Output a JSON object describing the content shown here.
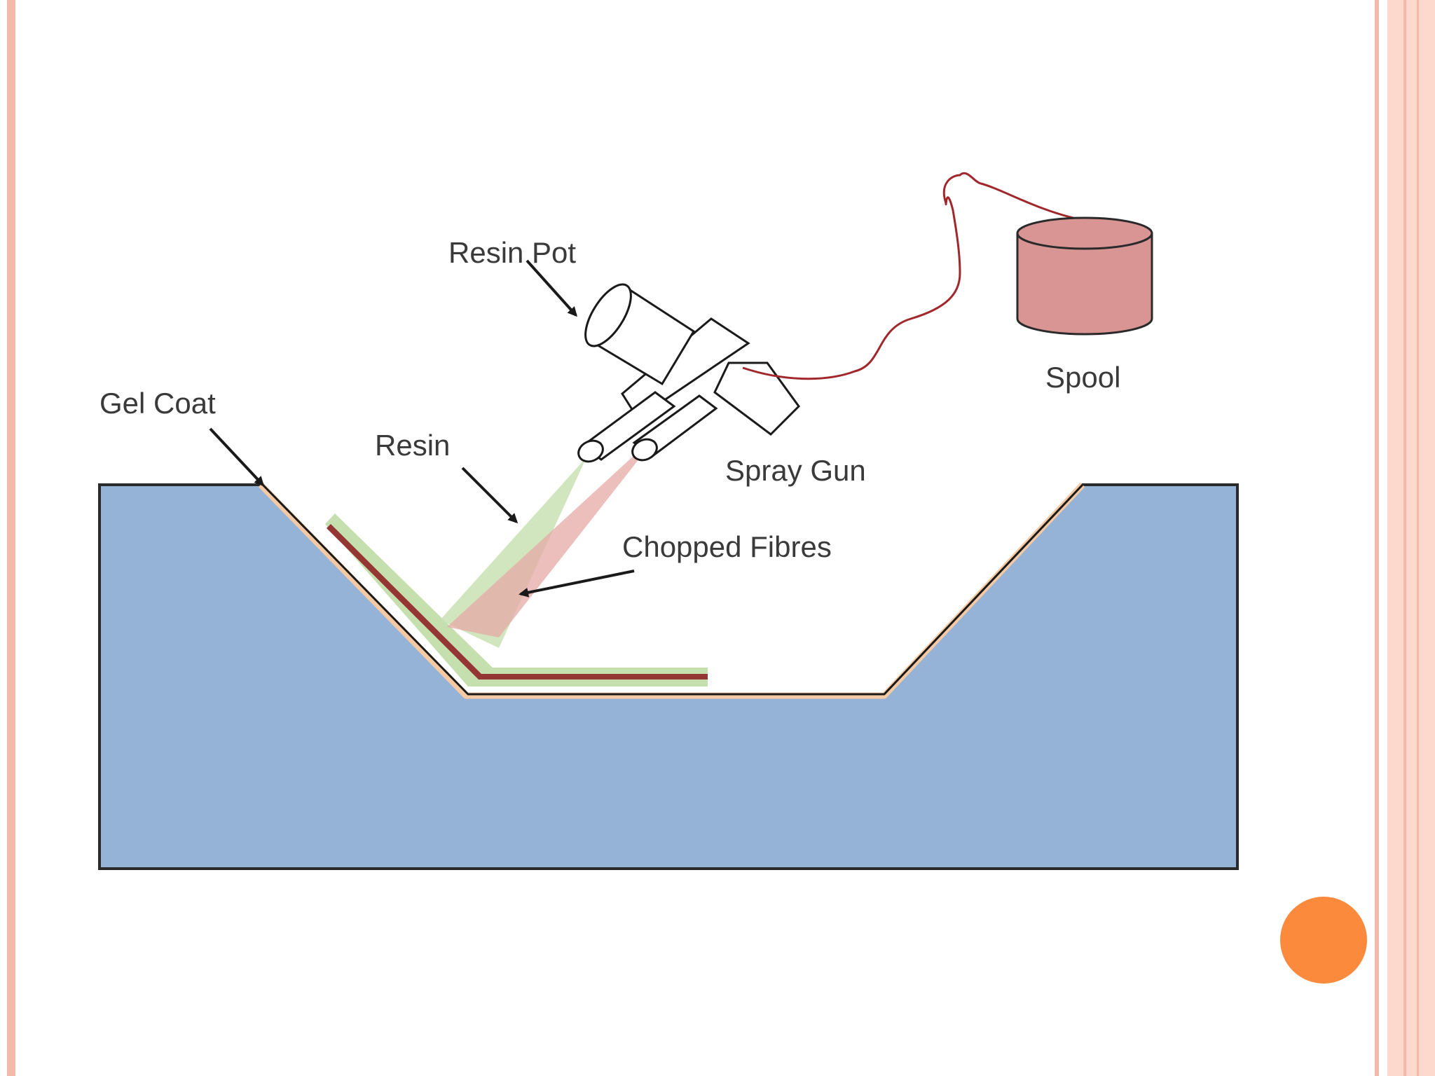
{
  "slide": {
    "frame_color": "#f4b9a8",
    "band_color": "#fcd9cc",
    "accent_dot_color": "#fb8a3c"
  },
  "diagram": {
    "labels": {
      "resin_pot": "Resin Pot",
      "spool": "Spool",
      "gel_coat": "Gel Coat",
      "resin": "Resin",
      "spray_gun": "Spray Gun",
      "chopped_fibres": "Chopped Fibres"
    },
    "colors": {
      "mould": "#95b3d7",
      "gel_coat": "#f5c9a3",
      "resin_layer": "#c6dfae",
      "fibre_layer": "#943634",
      "resin_spray": "#c9e2b4",
      "fibre_spray": "#e6a9a6",
      "spool": "#d99594",
      "wire": "#a0282c",
      "outline": "#1a1a1a"
    }
  }
}
